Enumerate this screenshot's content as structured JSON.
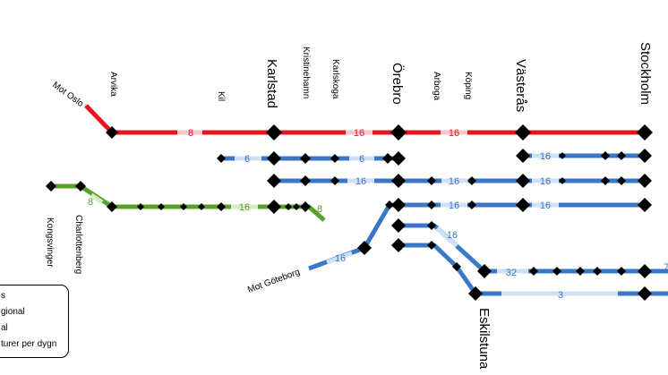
{
  "colors": {
    "red": "#e8141b",
    "redLight": "#f7c6c8",
    "blue": "#3a77c6",
    "blueLight": "#cfe0f4",
    "green": "#5aa02c",
    "greenLight": "#d6ebc6",
    "node": "#000000"
  },
  "stations": {
    "arvika": "Arvika",
    "kil": "Kil",
    "karlstad": "Karlstad",
    "kristinehamn": "Kristinehamn",
    "karlskoga": "Karlskoga",
    "orebro": "Örebro",
    "arboga": "Arboga",
    "koping": "Köping",
    "vasteras": "Västerås",
    "stockholm": "Stockholm",
    "eskilstuna": "Eskilstuna",
    "kongsvinger": "Kongsvinger",
    "charlottenberg": "Charlottenberg",
    "mot_oslo": "Mot Oslo",
    "mot_goteborg": "Mot Göteborg"
  },
  "counts": {
    "red_a": "8",
    "red_b": "16",
    "red_c": "16",
    "b1_a": "6",
    "b1_b": "6",
    "b2_a": "16",
    "b2_b": "16",
    "g_a": "8",
    "g_b": "16",
    "g_c": "8",
    "b3_a": "16",
    "b3_b": "16",
    "b4_a": "16",
    "b5_a": "32",
    "b5_b": "7",
    "b6_a": "3"
  },
  "legend": {
    "item1": "s",
    "item2": "gional",
    "item3": "al",
    "item4": "turer per dygn"
  }
}
